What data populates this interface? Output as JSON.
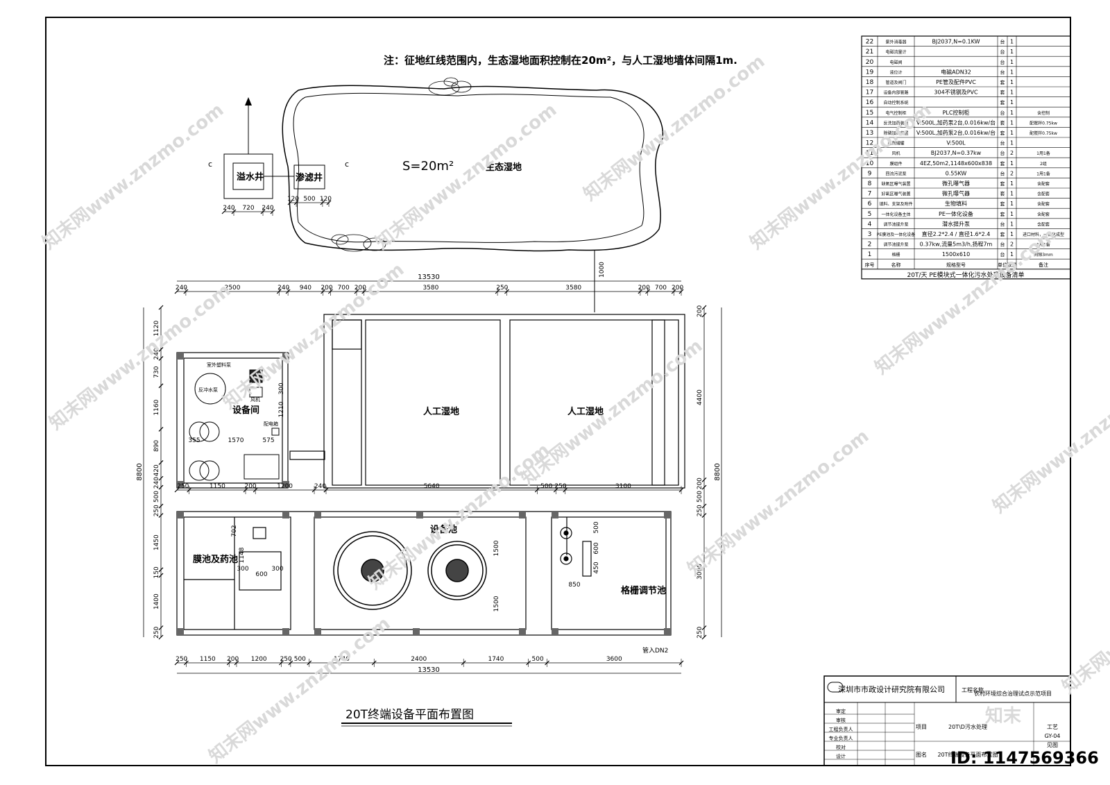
{
  "note": "注：征地红线范围内，生态湿地面积控制在20m²，与人工湿地墙体间隔1m.",
  "title": "20T终端设备平面布置图",
  "areas": {
    "ecological_wetland": "生态湿地",
    "area_label": "S=20m²",
    "overflow_well": "溢水井",
    "seepage_well": "渗滤井",
    "wetland_left": "人工湿地",
    "wetland_right": "人工湿地",
    "equipment_room": "设备间",
    "membrane_tank": "膜池及药池",
    "equipment_tank": "设备池",
    "grid_tank": "格栅调节池",
    "section_mark": "c",
    "inlet": "管入DN2"
  },
  "equipment_room_items": [
    "室外塑料泵",
    "风机",
    "反冲水泵",
    "配电箱"
  ],
  "dims_top": [
    "240",
    "2500",
    "240",
    "940",
    "200",
    "700",
    "200",
    "3580",
    "250",
    "3580",
    "200",
    "700",
    "200"
  ],
  "dims_top_total": "13530",
  "dims_bottom": [
    "250",
    "1150",
    "200",
    "1200",
    "250",
    "500",
    "1740",
    "2400",
    "1740",
    "500",
    "3600"
  ],
  "dims_bottom_total": "13530",
  "dims_left": [
    "1120",
    "240",
    "730",
    "1160",
    "890",
    "420",
    "240",
    "500",
    "250",
    "1450",
    "150",
    "1400",
    "250"
  ],
  "dims_left_total": "8800",
  "dims_right": [
    "200",
    "4400",
    "200",
    "500",
    "250",
    "3000",
    "250"
  ],
  "dims_right_total": "8800",
  "dims_inner": {
    "wetland_gap": "1000",
    "well_w": [
      "240",
      "720",
      "240"
    ],
    "seep_w": [
      "120",
      "500",
      "120"
    ],
    "room_row": [
      "250",
      "1150",
      "200",
      "1200",
      "240"
    ],
    "room_inner": [
      "1570",
      "575",
      "355",
      "300",
      "1210"
    ],
    "wetland_w": [
      "5640",
      "500",
      "250",
      "3100"
    ],
    "membrane": [
      "702",
      "1148",
      "300",
      "600",
      "300"
    ],
    "tank_d": [
      "1500",
      "1500"
    ],
    "grid": [
      "500",
      "600",
      "450",
      "850"
    ]
  },
  "table": {
    "caption": "20T/天 PE模块式一体化污水处理设备清单",
    "header": [
      "序号",
      "名称",
      "规格型号",
      "单位",
      "数量",
      "备注"
    ],
    "rows": [
      [
        "22",
        "紫外消毒器",
        "BJ2037,N=0.1KW",
        "台",
        "1",
        ""
      ],
      [
        "21",
        "电磁流量计",
        "",
        "台",
        "1",
        ""
      ],
      [
        "20",
        "电磁阀",
        "",
        "台",
        "1",
        ""
      ],
      [
        "19",
        "液位计",
        "电磁ADN32",
        "台",
        "1",
        ""
      ],
      [
        "18",
        "管道及阀门",
        "PE管及配件PVC",
        "套",
        "1",
        ""
      ],
      [
        "17",
        "设备内部管路",
        "304不锈钢及PVC",
        "套",
        "1",
        ""
      ],
      [
        "16",
        "自动控制系统",
        "",
        "套",
        "1",
        ""
      ],
      [
        "15",
        "电气控制柜",
        "PLC控制柜",
        "台",
        "1",
        "含控制"
      ],
      [
        "14",
        "反洗加药装置",
        "V:500L,加药泵2台,0.016kw/台",
        "套",
        "1",
        "配搅拌0.75kw"
      ],
      [
        "13",
        "除磷加药装置",
        "V:500L,加药泵2台,0.016kw/台",
        "套",
        "1",
        "配搅拌0.75kw"
      ],
      [
        "12",
        "药剂储罐",
        "V:500L",
        "台",
        "1",
        ""
      ],
      [
        "11",
        "风机",
        "BJ2037,N=0.37kw",
        "台",
        "2",
        "1用1备"
      ],
      [
        "10",
        "膜组件",
        "4EZ,50m2,1148x600x838",
        "套",
        "1",
        "2组"
      ],
      [
        "9",
        "回流污泥泵",
        "0.55KW",
        "台",
        "2",
        "1用1备"
      ],
      [
        "8",
        "缺氧区曝气装置",
        "微孔曝气器",
        "套",
        "1",
        "含配套"
      ],
      [
        "7",
        "好氧区曝气装置",
        "微孔曝气器",
        "套",
        "1",
        "含配套"
      ],
      [
        "6",
        "填料、支架及附件",
        "生物填料",
        "套",
        "1",
        "含配套"
      ],
      [
        "5",
        "一体化设备主体",
        "PE一体化设备",
        "套",
        "1",
        "含配套"
      ],
      [
        "4",
        "调节池提升泵",
        "潜水提升泵",
        "台",
        "1",
        "含配套"
      ],
      [
        "3",
        "PE膜池及一体化设备",
        "直径2.2*2.4 / 直径1.6*2.4",
        "套",
        "1",
        "进口材料，一体化成型"
      ],
      [
        "2",
        "调节池提升泵",
        "0.37kw,流量5m3/h,扬程7m",
        "台",
        "2",
        "1用1备"
      ],
      [
        "1",
        "格栅",
        "1500x610",
        "台",
        "1",
        "间隙3mm"
      ]
    ]
  },
  "title_block": {
    "company": "深圳市市政设计研究院有限公司",
    "project_label": "工程名称",
    "project": "农村环境综合治理试点示范项目",
    "item_label": "项目",
    "item": "20T\\D污水处理",
    "drawing_label": "图名",
    "drawing": "20T终端设备平面布置图",
    "roles": [
      "审定",
      "审核",
      "工程负责人",
      "专业负责人",
      "校对",
      "设计"
    ],
    "specialty_label": "工艺",
    "drawing_no": "GY-04",
    "scale_label": "见图"
  },
  "watermark": {
    "site": "www.znzmo.com",
    "brand": "知末网",
    "logo": "知末",
    "id_text": "ID: 1147569366"
  }
}
